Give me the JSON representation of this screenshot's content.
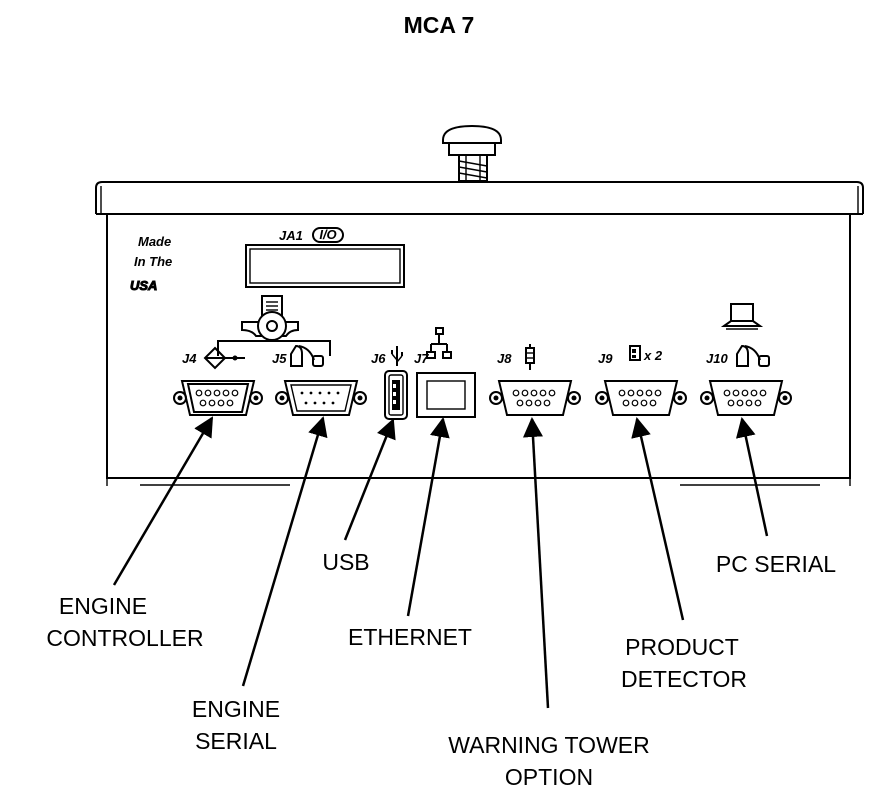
{
  "title": "MCA 7",
  "badge": {
    "line1": "Made",
    "line2": "In The",
    "line3": "USA"
  },
  "ports": {
    "ja1": "JA1",
    "io": "I/O",
    "j4": "J4",
    "j5": "J5",
    "j6": "J6",
    "j7": "J7",
    "j8": "J8",
    "j9": "J9",
    "j9_multiplier": "x 2",
    "j10": "J10"
  },
  "callouts": {
    "engine_controller_1": "ENGINE",
    "engine_controller_2": "CONTROLLER",
    "engine_serial_1": "ENGINE",
    "engine_serial_2": "SERIAL",
    "usb": "USB",
    "ethernet": "ETHERNET",
    "warning_tower_1": "WARNING TOWER",
    "warning_tower_2": "OPTION",
    "product_detector_1": "PRODUCT",
    "product_detector_2": "DETECTOR",
    "pc_serial": "PC SERIAL"
  },
  "icons": {
    "printer": "printer-icon",
    "encoder": "encoder-icon",
    "serial": "serial-cable-icon",
    "usb": "usb-icon",
    "network": "network-icon",
    "tower": "warning-tower-icon",
    "detector": "product-detector-icon",
    "laptop": "laptop-icon"
  }
}
